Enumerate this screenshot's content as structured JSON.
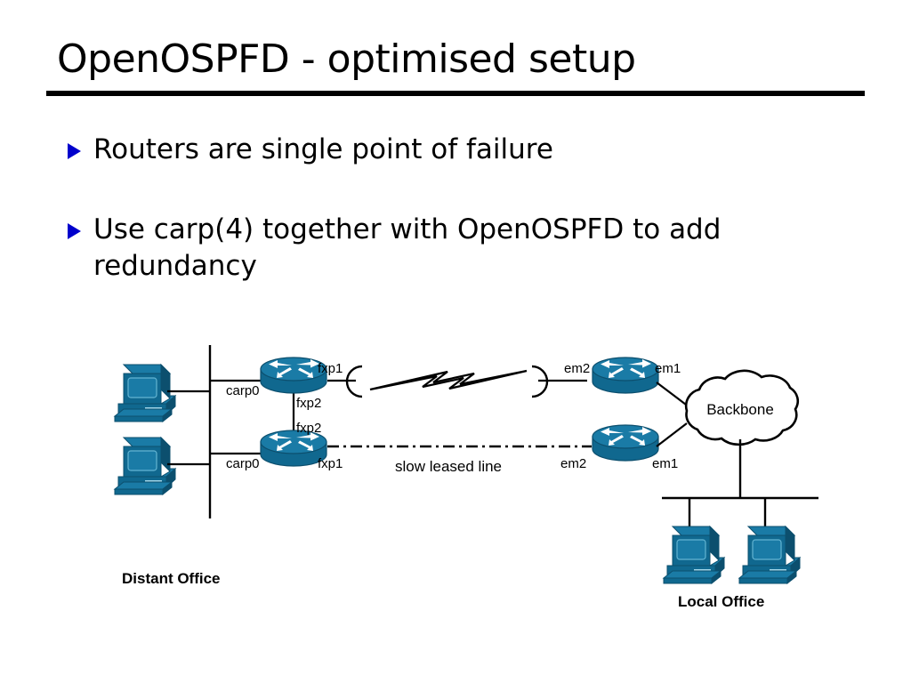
{
  "slide": {
    "title": "OpenOSPFD - optimised setup",
    "bullets": [
      "Routers are single point of failure",
      "Use carp(4) together with OpenOSPFD to add redundancy"
    ]
  },
  "diagram": {
    "site_left": "Distant Office",
    "site_right": "Local Office",
    "cloud_label": "Backbone",
    "link_label": "slow leased line",
    "interfaces": {
      "left_router_top_lan": "carp0",
      "left_router_top_wan": "fxp1",
      "left_router_top_sync": "fxp2",
      "left_router_bottom_lan": "carp0",
      "left_router_bottom_wan": "fxp1",
      "left_router_bottom_sync": "fxp2",
      "right_router_top_wan": "em2",
      "right_router_top_lan": "em1",
      "right_router_bottom_wan": "em2",
      "right_router_bottom_lan": "em1"
    },
    "colors": {
      "device_body": "#10688f",
      "device_top": "#1a7ba6",
      "device_dark": "#0c4f6e",
      "bullet_marker": "#0000cc",
      "line": "#000000"
    }
  }
}
